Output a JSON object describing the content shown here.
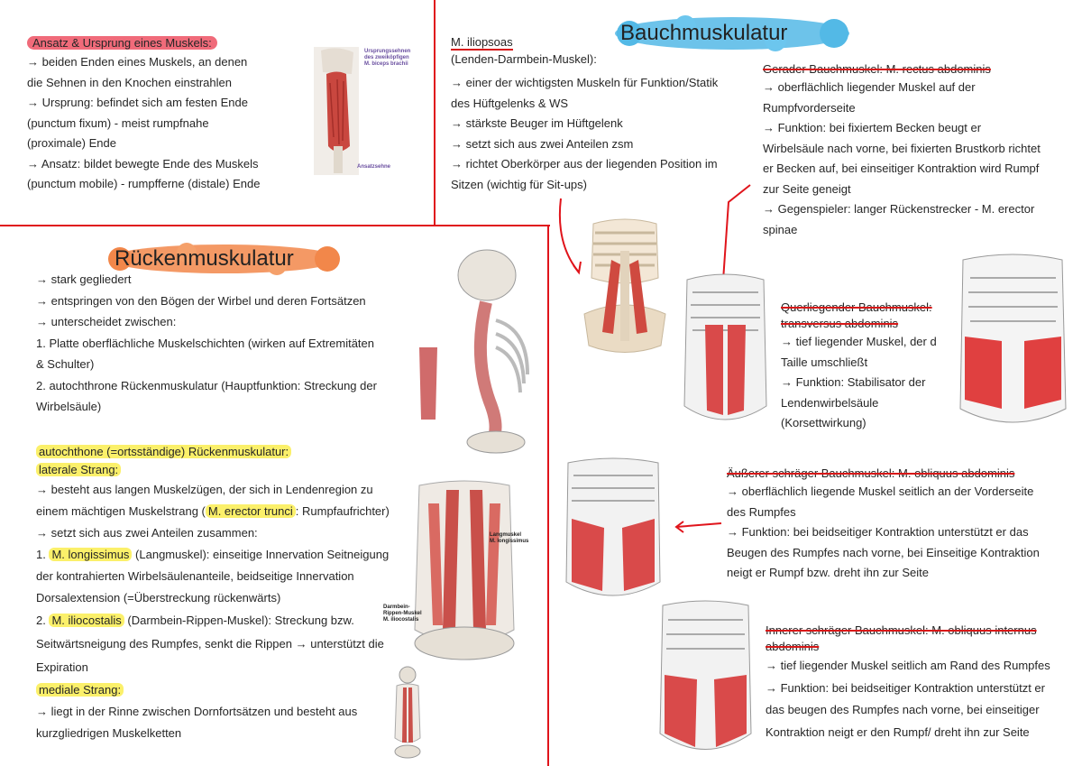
{
  "colors": {
    "rule": "#e0141b",
    "highlight_red": "#f06b7a",
    "highlight_yellow": "#fbf06a",
    "title_blob_blue": "#53b9e6",
    "title_blob_orange": "#f2874a",
    "muscle_red": "#d94a4a"
  },
  "section1": {
    "heading": "Ansatz & Ursprung eines Muskels:",
    "body": "→ beiden Enden eines Muskels, an denen\ndie Sehnen in den Knochen einstrahlen\n→ Ursprung: befindet sich am festen Ende\n(punctum fixum) - meist rumpfnahe\n(proximale) Ende\n→ Ansatz: bildet bewegte Ende des Muskels\n(punctum mobile) - rumpfferne (distale) Ende",
    "fig_caption_top": "Ursprungssehnen\ndes zweiköpfigen\nM. biceps brachii",
    "fig_caption_bottom": "Ansatzsehne"
  },
  "iliopsoas": {
    "name": "M. iliopsoas",
    "subtitle": "(Lenden-Darmbein-Muskel):",
    "body": "→ einer der wichtigsten Muskeln für Funktion/Statik\ndes Hüftgelenks & WS\n→ stärkste Beuger im Hüftgelenk\n→ setzt sich aus zwei Anteilen zsm\n→ richtet Oberkörper aus der liegenden Position im\nSitzen (wichtig für Sit-ups)"
  },
  "bauch": {
    "title": "Bauchmuskulatur",
    "rectus": {
      "heading": "Gerader Bauchmuskel: M. rectus abdominis",
      "body": "→ oberflächlich liegender Muskel auf der\nRumpfvorderseite\n→ Funktion: bei fixiertem Becken beugt er\nWirbelsäule nach vorne, bei fixierten Brustkorb richtet\ner Becken auf, bei einseitiger Kontraktion wird Rumpf\nzur Seite geneigt\n→ Gegenspieler: langer Rückenstrecker - M. erector\nspinae"
    },
    "transversus": {
      "heading1": "Querliegender Bauchmuskel:",
      "heading2": "transversus abdominis",
      "body": "→ tief liegender Muskel, der d\nTaille umschließt\n→ Funktion: Stabilisator der\nLendenwirbelsäule\n(Korsettwirkung)"
    },
    "externus": {
      "heading": "Äußerer schräger Bauchmuskel: M. obliquus abdominis",
      "body": "→ oberflächlich liegende Muskel seitlich an der Vorderseite\ndes Rumpfes\n→ Funktion: bei beidseitiger Kontraktion unterstützt er das\nBeugen des Rumpfes nach vorne, bei Einseitige Kontraktion\nneigt er Rumpf bzw. dreht ihn zur Seite"
    },
    "internus": {
      "heading1": "Innerer schräger Bauchmuskel: M. obliquus internus",
      "heading2": "abdominis",
      "body": "→ tief liegender Muskel seitlich am Rand des Rumpfes\n→ Funktion: bei beidseitiger Kontraktion unterstützt er\ndas beugen des Rumpfes nach vorne, bei einseitiger\nKontraktion neigt er den Rumpf/ dreht ihn zur Seite"
    }
  },
  "ruecken": {
    "title": "Rückenmuskulatur",
    "body": "→ stark gegliedert\n→ entspringen von den Bögen der Wirbel und deren Fortsätzen\n→ unterscheidet zwischen:\n1. Platte oberflächliche Muskelschichten (wirken auf Extremitäten\n& Schulter)\n2. autochthrone Rückenmuskulatur (Hauptfunktion: Streckung der\nWirbelsäule)",
    "autoch_heading": "autochthone (=ortsständige) Rückenmuskulatur:",
    "lateral_heading": "laterale Strang:",
    "lateral_a": "→ besteht aus langen Muskelzügen, der sich in Lendenregion zu\neinem mächtigen Muskelstrang (",
    "lateral_hl": "M. erector trunci",
    "lateral_b": ": Rumpfaufrichter)\n→ setzt sich aus zwei Anteilen zusammen:",
    "item1_num": "1. ",
    "item1_hl": "M. longissimus",
    "item1_rest": " (Langmuskel): einseitige Innervation Seitneigung\nder kontrahierten Wirbelsäulenanteile, beidseitige Innervation\nDorsalextension (=Überstreckung rückenwärts)",
    "item2_num": "2. ",
    "item2_hl": "M. iliocostalis",
    "item2_rest": " (Darmbein-Rippen-Muskel): Streckung bzw.\nSeitwärtsneigung des Rumpfes, senkt die Rippen → unterstützt die\nExpiration",
    "medial_heading": "mediale Strang:",
    "medial_body": "→ liegt in der Rinne zwischen Dornfortsätzen und besteht aus\nkurzgliedrigen Muskelketten",
    "fig_caption_lang": "Langmuskel\nM. longissimus",
    "fig_caption_darm": "Darmbein-\nRippen-Muskel\nM. iliocostalis"
  }
}
